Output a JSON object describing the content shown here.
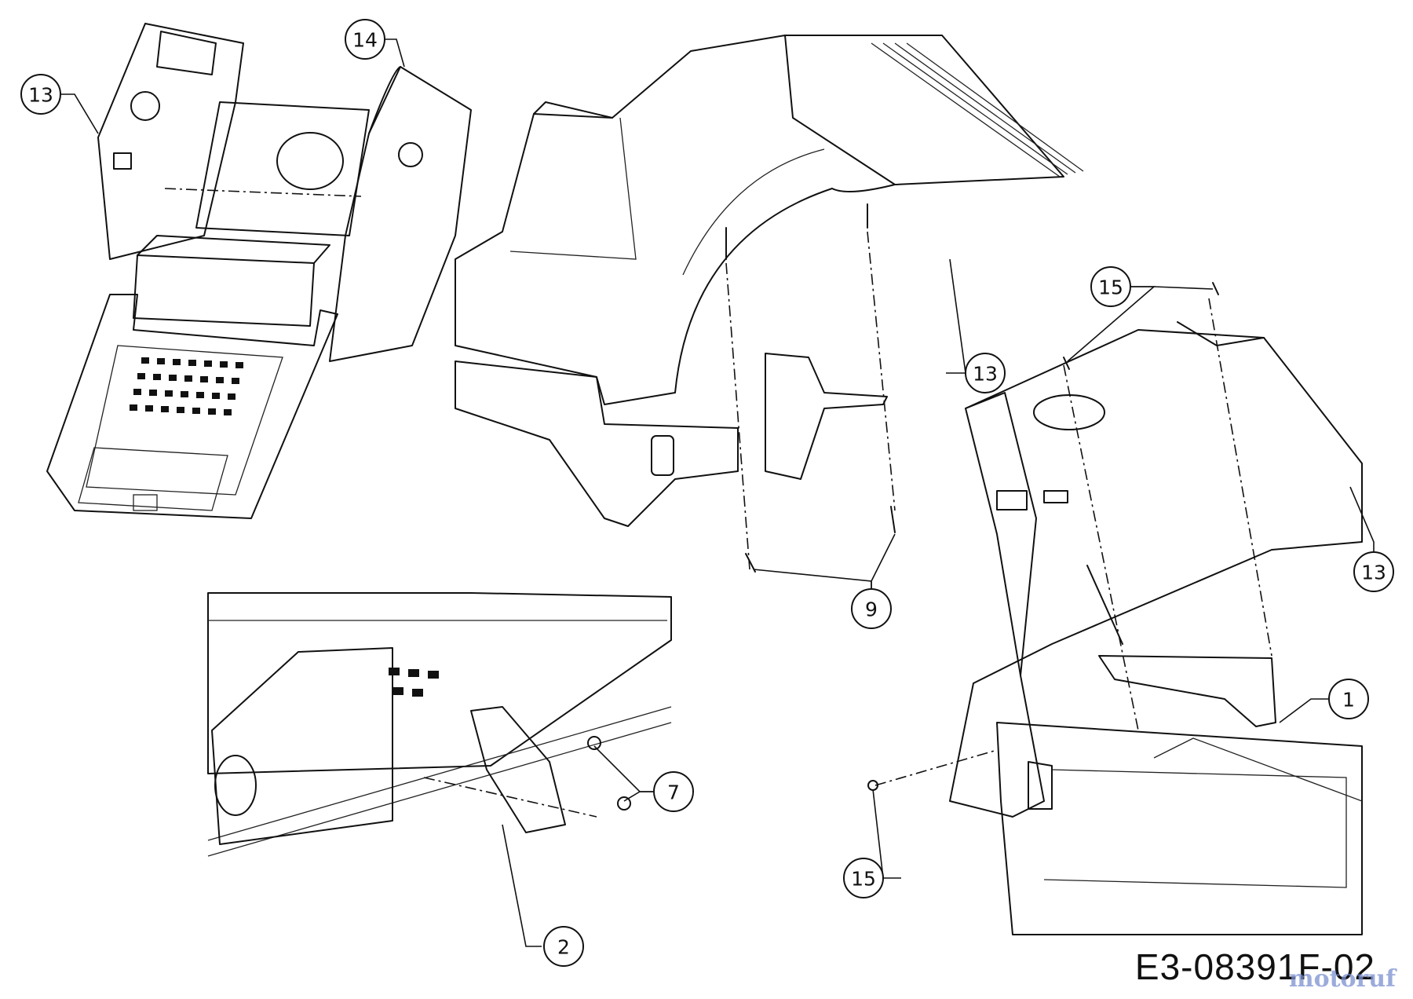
{
  "callouts": [
    "13",
    "14",
    "13",
    "15",
    "13",
    "1",
    "9",
    "7",
    "2",
    "15"
  ],
  "drawing_code": "E3-08391F-02",
  "watermark": "motoruf",
  "colors": {
    "line": "#111111",
    "background": "#ffffff",
    "watermark": "#7a8fd0"
  }
}
